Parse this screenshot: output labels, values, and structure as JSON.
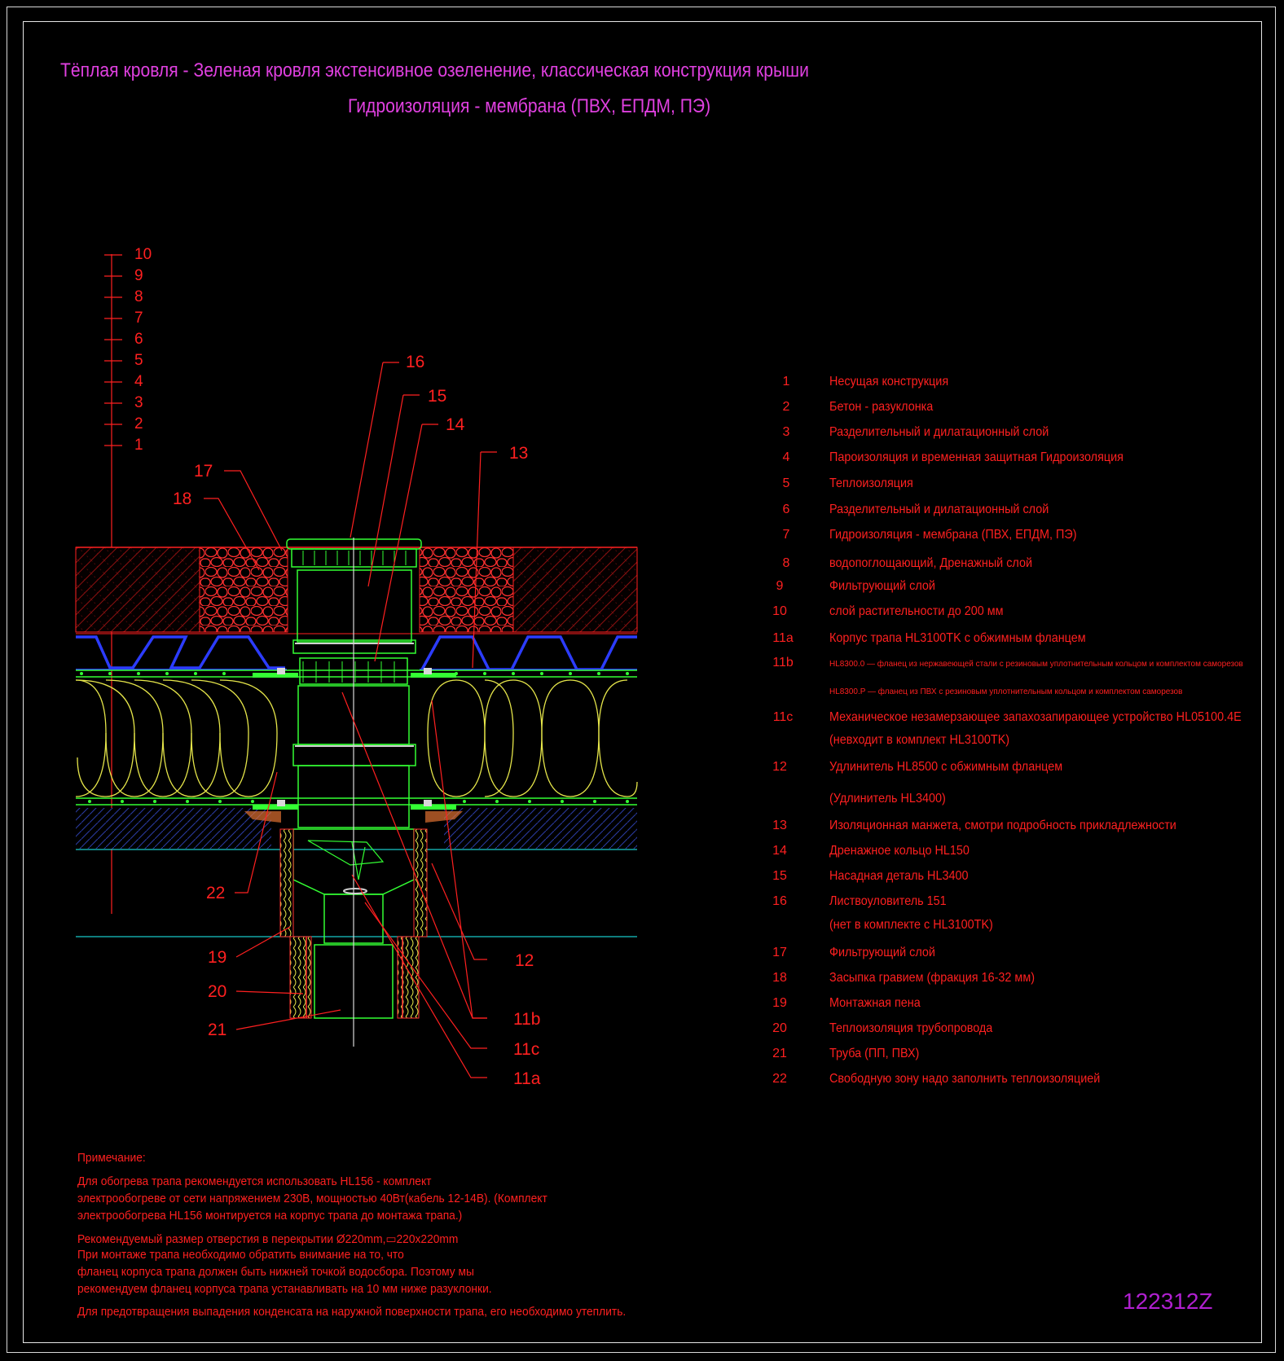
{
  "title": {
    "line1": "Тёплая кровля - Зеленая кровля экстенсивное озеленение, классическая конструкция крыши",
    "line2": "Гидроизоляция - мембрана (ПВХ, ЕПДМ, ПЭ)"
  },
  "layer_scale": [
    "10",
    "9",
    "8",
    "7",
    "6",
    "5",
    "4",
    "3",
    "2",
    "1"
  ],
  "callouts": [
    "16",
    "15",
    "14",
    "13",
    "17",
    "18",
    "22",
    "19",
    "20",
    "21",
    "12",
    "11b",
    "11c",
    "11a"
  ],
  "legend": [
    {
      "num": "1",
      "text": "Несущая конструкция"
    },
    {
      "num": "2",
      "text": "Бетон - разуклонка"
    },
    {
      "num": "3",
      "text": "Разделительный и дилатационный слой"
    },
    {
      "num": "4",
      "text": "Пароизоляция и временная защитная Гидроизоляция"
    },
    {
      "num": "5",
      "text": "Теплоизоляция"
    },
    {
      "num": "6",
      "text": "Разделительный и дилатационный слой"
    },
    {
      "num": "7",
      "text": "Гидроизоляция - мембрана (ПВХ, ЕПДМ, ПЭ)"
    },
    {
      "num": "8",
      "text": "водопоглощающий, Дренажный слой"
    },
    {
      "num": "9",
      "text": "Фильтрующий слой"
    },
    {
      "num": "10",
      "text": "слой растительности до 200 мм"
    },
    {
      "num": "11a",
      "text": "Корпус трапа HL3100TK с обжимным фланцем"
    },
    {
      "num": "11b",
      "text": "HL8300.0 — фланец из нержавеющей стали с резиновым уплотнительным кольцом и комплектом саморезов"
    },
    {
      "num": "",
      "text": "HL8300.P — фланец из ПВХ с резиновым уплотнительным кольцом и комплектом саморезов"
    },
    {
      "num": "11c",
      "text": "Механическое незамерзающее запахозапирающее устройство HL05100.4E"
    },
    {
      "num": "",
      "text": "(невходит в комплект HL3100TK)"
    },
    {
      "num": "12",
      "text": "Удлинитель HL8500 с обжимным фланцем"
    },
    {
      "num": "",
      "text": "(Удлинитель HL3400)"
    },
    {
      "num": "13",
      "text": "Изоляционная  манжета, смотри подробность прикладлежности"
    },
    {
      "num": "14",
      "text": "Дренажное кольцо HL150"
    },
    {
      "num": "15",
      "text": "Насадная деталь HL3400"
    },
    {
      "num": "16",
      "text": "Листвоуловитель 151"
    },
    {
      "num": "",
      "text": "(нет в комплекте с HL3100TK)"
    },
    {
      "num": "17",
      "text": "Фильтрующий слой"
    },
    {
      "num": "18",
      "text": "Засыпка гравием (фракция 16-32 мм)"
    },
    {
      "num": "19",
      "text": "Монтажная пена"
    },
    {
      "num": "20",
      "text": "Теплоизоляция трубопровода"
    },
    {
      "num": "21",
      "text": "Труба (ПП, ПВХ)"
    },
    {
      "num": "22",
      "text": "Свободную зону надо заполнить теплоизоляцией"
    }
  ],
  "notes": {
    "heading": "Примечание:",
    "lines": [
      "Для обогрева трапа рекомендуется использовать HL156 - комплект",
      "электрообогреве от сети напряжением 230В, мощностью 40Вт(кабель 12-14В). (Комплект",
      "электрообогрева HL156 монтируется на корпус трапа до монтажа трапа.)",
      "Рекомендуемый размер отверстия в перекрытии Ø220mm,▭220x220mm",
      "При монтаже трапа необходимо обратить внимание на то, что",
      "фланец корпуса трапа должен быть нижней точкой водосбора. Поэтому мы",
      "рекомендуем фланец корпуса трапа устанавливать на 10 мм ниже разуклонки.",
      "Для предотвращения выпадения конденсата на наружной поверхности трапа, его необходимо утеплить."
    ]
  },
  "drawing_code": "122312Z",
  "colors": {
    "title": "#e040e0",
    "annotation": "#ff2020",
    "gravel": "#ff3030",
    "drain": "#33ff33",
    "insulation": "#e6e64a",
    "drainage_board": "#2c3cff",
    "concrete_hatch": "#2a3aa0",
    "cyan_line": "#18c8c8",
    "code": "#b020d0"
  },
  "icons": [
    "red-callout-leader",
    "gravel-pattern",
    "drain-grate",
    "insulation-wave"
  ]
}
